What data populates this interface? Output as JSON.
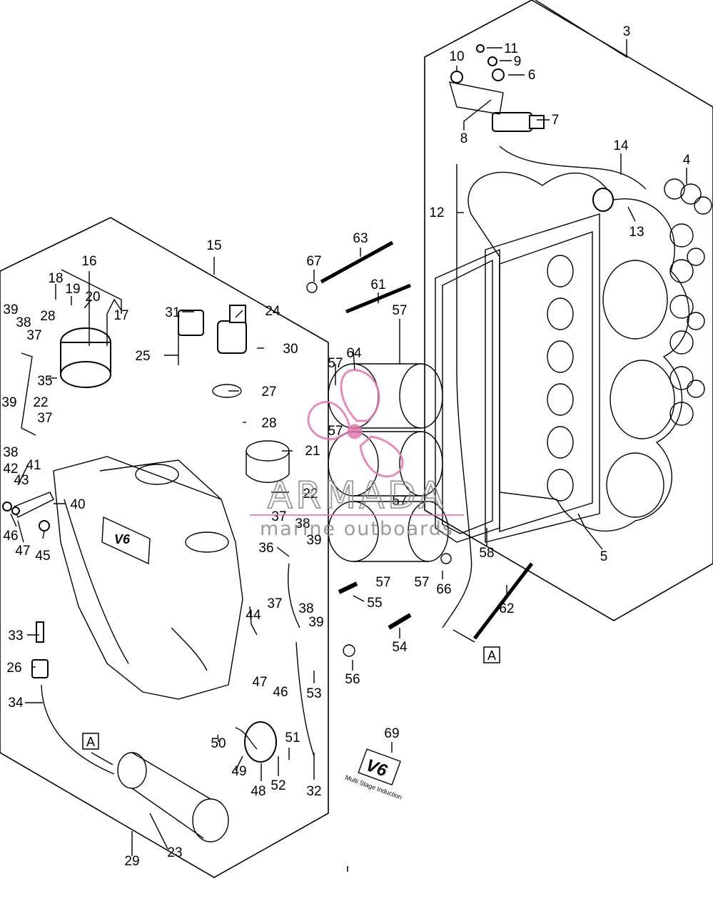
{
  "watermark": {
    "brand": "ARMADA",
    "tagline": "marine outboards",
    "color_primary": "#e07ab0",
    "color_secondary": "#8a8a8a"
  },
  "emblem_text": {
    "model": "V6",
    "subtitle": "Multi Stage Induction"
  },
  "reference_label": "A",
  "callouts": [
    "3",
    "4",
    "5",
    "6",
    "7",
    "8",
    "9",
    "10",
    "11",
    "12",
    "13",
    "14",
    "15",
    "16",
    "17",
    "18",
    "19",
    "20",
    "21",
    "22",
    "22",
    "23",
    "24",
    "25",
    "26",
    "27",
    "28",
    "28",
    "29",
    "30",
    "31",
    "32",
    "33",
    "34",
    "35",
    "36",
    "37",
    "37",
    "37",
    "37",
    "38",
    "38",
    "38",
    "38",
    "39",
    "39",
    "39",
    "39",
    "40",
    "41",
    "42",
    "43",
    "44",
    "45",
    "46",
    "46",
    "47",
    "47",
    "48",
    "49",
    "50",
    "51",
    "52",
    "53",
    "54",
    "55",
    "56",
    "57",
    "57",
    "57",
    "57",
    "57",
    "57",
    "58",
    "61",
    "62",
    "63",
    "64",
    "66",
    "67",
    "69"
  ]
}
